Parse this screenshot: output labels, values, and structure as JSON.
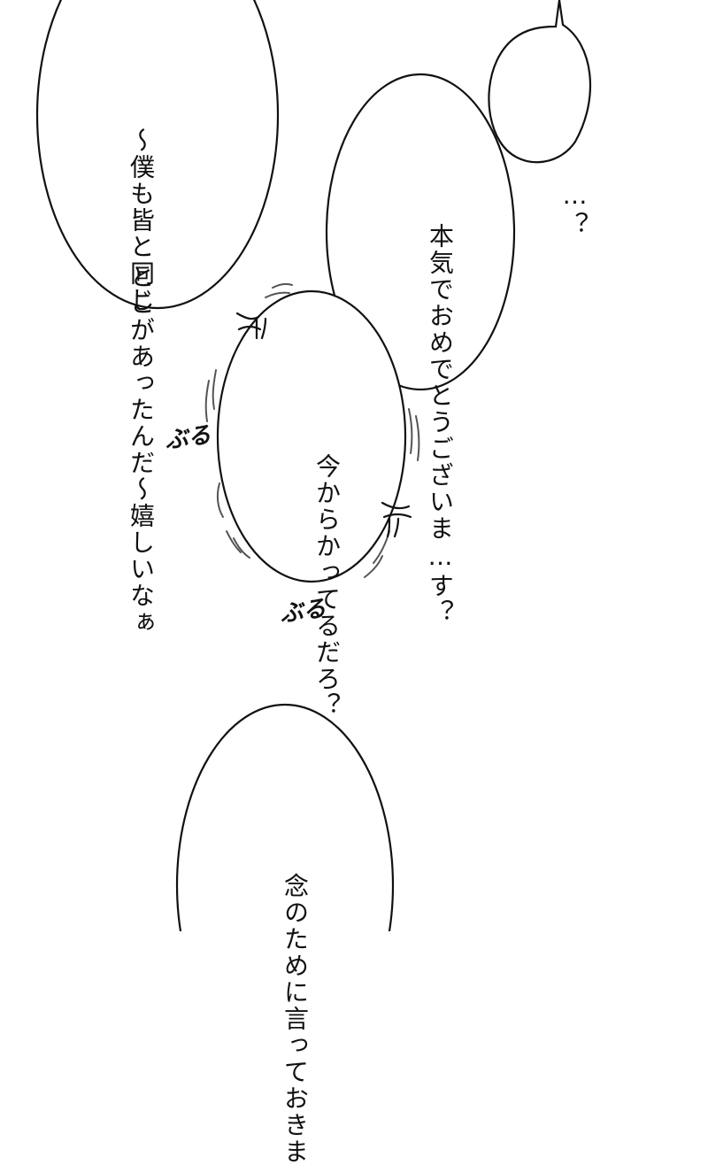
{
  "bubbles": {
    "top_left": {
      "lines": [
        "〜僕も皆と同じ",
        "とこがあったんだ〜",
        "嬉しいなぁ"
      ]
    },
    "top_right_small": {
      "lines": [
        "…？"
      ]
    },
    "top_right": {
      "lines": [
        "本気でおめでとう",
        "ございま…す？"
      ]
    },
    "middle": {
      "lines": [
        "今からかってる",
        "だろ？"
      ]
    },
    "bottom": {
      "lines": [
        "念のために",
        "言っておきま"
      ]
    }
  },
  "sfx": {
    "shake_1": "ぶる",
    "shake_2": "ぶる"
  }
}
